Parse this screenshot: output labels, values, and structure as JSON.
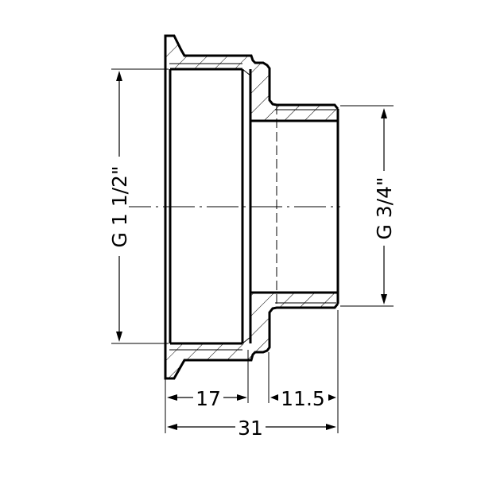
{
  "drawing": {
    "type": "technical-section-drawing",
    "subject": "threaded reducing adapter (cross-section)",
    "line_color": "#000000",
    "background": "#ffffff"
  },
  "dimensions": {
    "large_thread": "G 1 1/2\"",
    "small_thread": "G 3/4\"",
    "large_section_length": "17",
    "small_section_length": "11.5",
    "overall_length": "31"
  }
}
